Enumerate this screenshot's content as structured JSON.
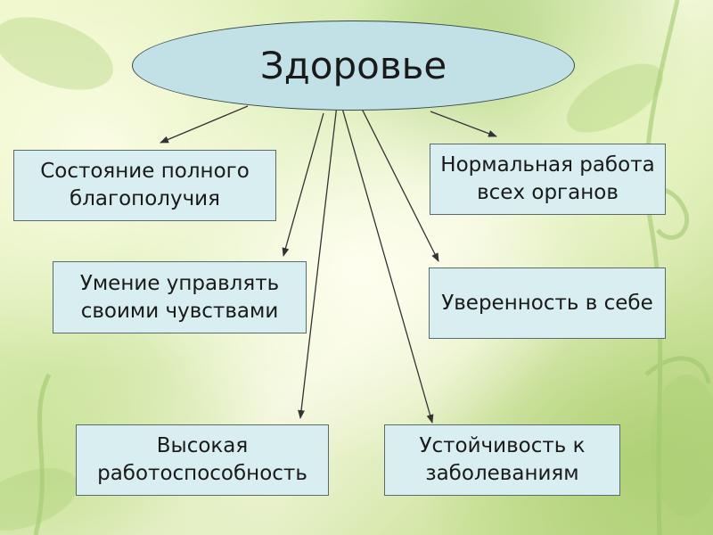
{
  "diagram": {
    "center": "Здоровье",
    "nodes": [
      "Состояние полного\nблагополучия",
      "Нормальная работа\nвсех органов",
      "Умение управлять\nсвоими чувствами",
      "Уверенность в себе",
      "Высокая\nработоспособность",
      "Устойчивость к\nзаболеваниям"
    ]
  },
  "colors": {
    "node_fill": "#d8eef0",
    "center_fill": "#c2e1e6",
    "border": "#5a6b6b",
    "arrow": "#333333"
  }
}
